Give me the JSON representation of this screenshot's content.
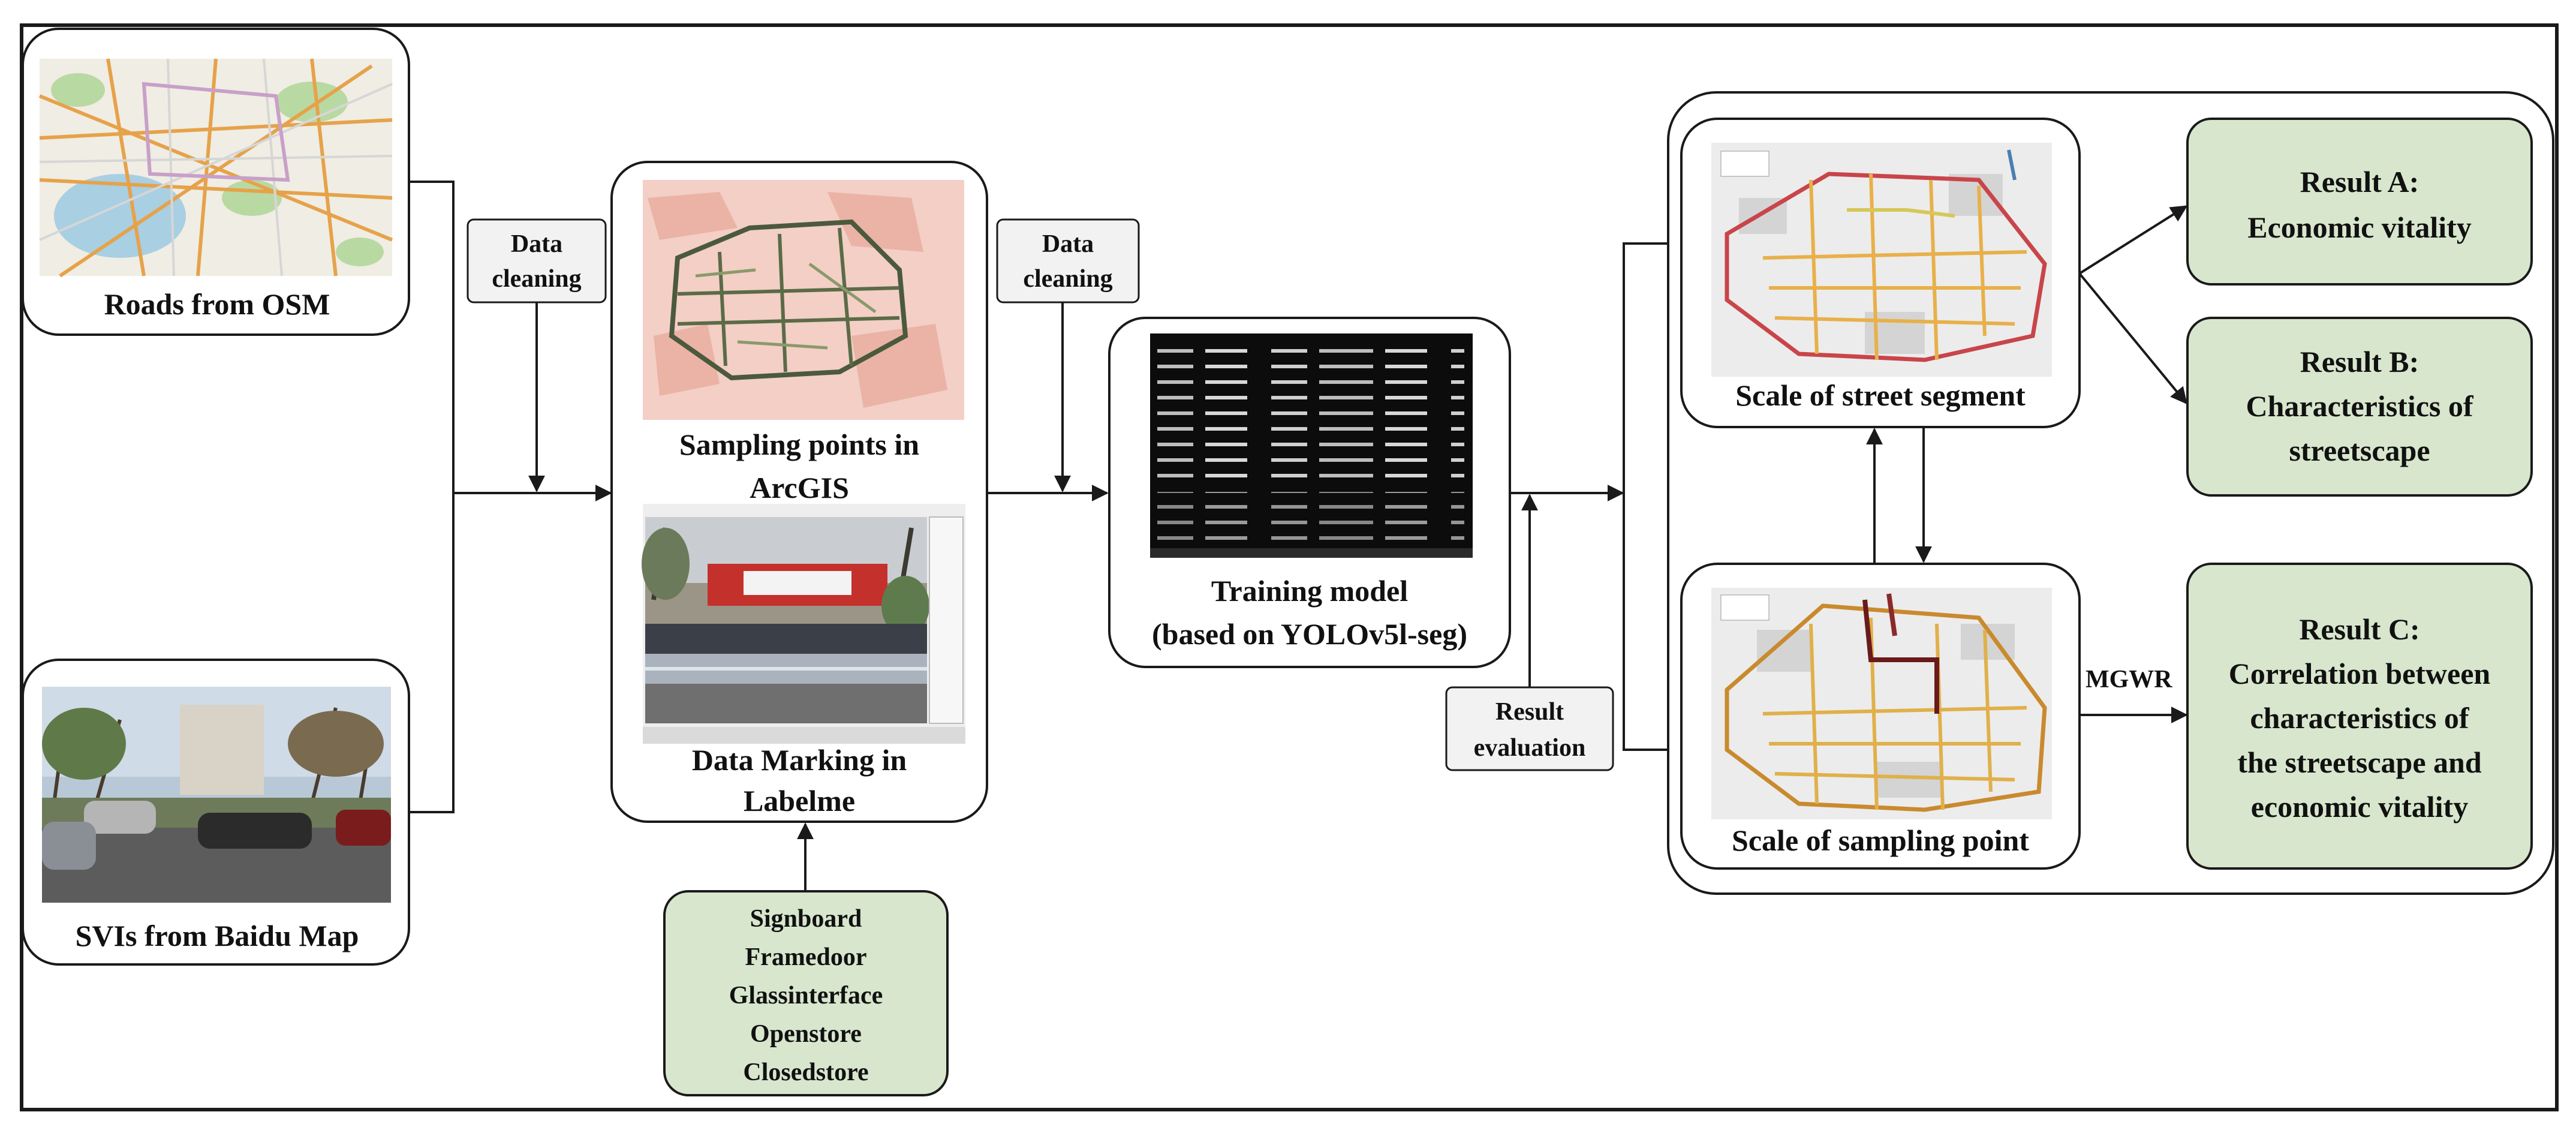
{
  "colors": {
    "box_green": "#d7e6cd",
    "box_grey": "#f2f2f2",
    "stroke": "#1a1a1a",
    "map_pink": "#f1c4bb",
    "map_grey": "#e2e2e2",
    "terminal_bg": "#0c0c0c"
  },
  "inputs": {
    "roads": "Roads from OSM",
    "svi": "SVIs from Baidu Map"
  },
  "cleaning_1": [
    "Data",
    "cleaning"
  ],
  "cleaning_2": [
    "Data",
    "cleaning"
  ],
  "sampling": [
    "Sampling points in",
    "ArcGIS"
  ],
  "marking": [
    "Data Marking in",
    "Labelme"
  ],
  "classes": [
    "Signboard",
    "Framedoor",
    "Glassinterface",
    "Openstore",
    "Closedstore"
  ],
  "training": [
    "Training model",
    "(based on YOLOv5l-seg)"
  ],
  "evaluation": [
    "Result",
    "evaluation"
  ],
  "scale_segment": "Scale of street segment",
  "scale_point": "Scale of sampling point",
  "method_label": "MGWR",
  "result_a": [
    "Result A:",
    "Economic vitality"
  ],
  "result_b": [
    "Result B:",
    "Characteristics of",
    "streetscape"
  ],
  "result_c": [
    "Result C:",
    "Correlation between",
    "characteristics of",
    "the streetscape and",
    "economic vitality"
  ],
  "icons": [
    "osm-road-map-thumbnail",
    "street-view-photo-thumbnail",
    "arcgis-map-thumbnail",
    "labelme-screenshot-thumbnail",
    "terminal-output-thumbnail",
    "street-segment-map-thumbnail",
    "sampling-point-map-thumbnail"
  ]
}
